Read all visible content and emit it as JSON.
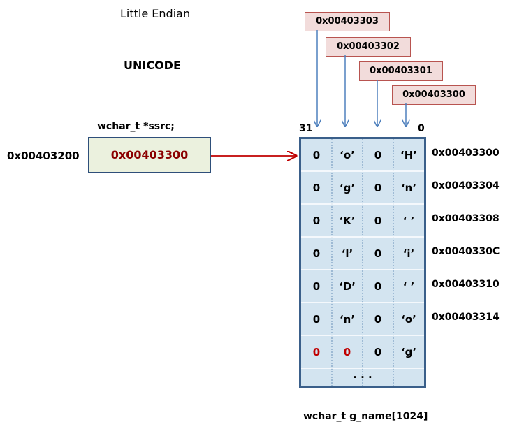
{
  "header": {
    "endianness": "Little Endian",
    "encoding": "UNICODE"
  },
  "pointer": {
    "declaration": "wchar_t *ssrc;",
    "address": "0x00403200",
    "value": "0x00403300"
  },
  "byte_addresses": [
    "0x00403303",
    "0x00403302",
    "0x00403301",
    "0x00403300"
  ],
  "bit_labels": {
    "high": "31",
    "low": "0"
  },
  "memory": {
    "rows": [
      {
        "cells": [
          "0",
          "‘o’",
          "0",
          "‘H’"
        ],
        "address": "0x00403300"
      },
      {
        "cells": [
          "0",
          "‘g’",
          "0",
          "‘n’"
        ],
        "address": "0x00403304"
      },
      {
        "cells": [
          "0",
          "‘K’",
          "0",
          "‘  ’"
        ],
        "address": "0x00403308"
      },
      {
        "cells": [
          "0",
          "‘l’",
          "0",
          "‘i’"
        ],
        "address": "0x0040330C"
      },
      {
        "cells": [
          "0",
          "‘D’",
          "0",
          "‘  ’"
        ],
        "address": "0x00403310"
      },
      {
        "cells": [
          "0",
          "‘n’",
          "0",
          "‘o’"
        ],
        "address": "0x00403314"
      },
      {
        "cells": [
          "0",
          "0",
          "0",
          "‘g’"
        ],
        "address": ""
      }
    ],
    "ellipsis": ". . .",
    "array_declaration": "wchar_t g_name[1024]"
  },
  "colors": {
    "address_box_fill": "#f2dcdb",
    "address_box_border": "#b85450",
    "pointer_fill": "#ebf1de",
    "memory_fill": "#d3e4f0",
    "memory_border": "#3a5f8a",
    "arrow_blue": "#4f81bd",
    "arrow_red": "#c00000",
    "terminator_red": "#c00000"
  }
}
